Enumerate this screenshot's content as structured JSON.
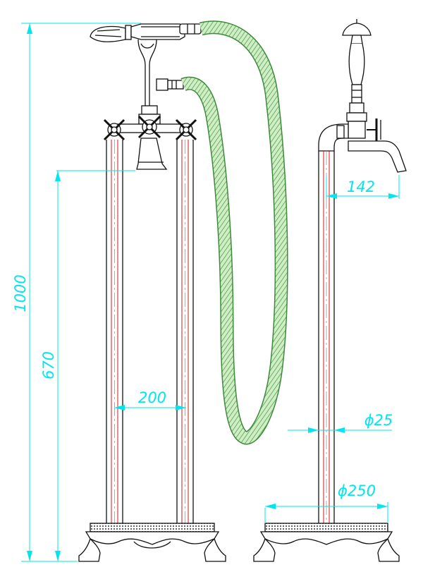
{
  "dimensions": {
    "total_height": "1000",
    "spout_height": "670",
    "pillar_spacing": "200",
    "spout_reach": "142",
    "pipe_diameter": "ϕ25",
    "base_diameter": "ϕ250"
  },
  "colors": {
    "outline": "#111111",
    "pipe_center": "#cc0000",
    "dimension": "#00e5ee",
    "hose": "#3c8a3c",
    "hose_fill": "#cfeec4",
    "base_band": "#7a7a7a"
  }
}
